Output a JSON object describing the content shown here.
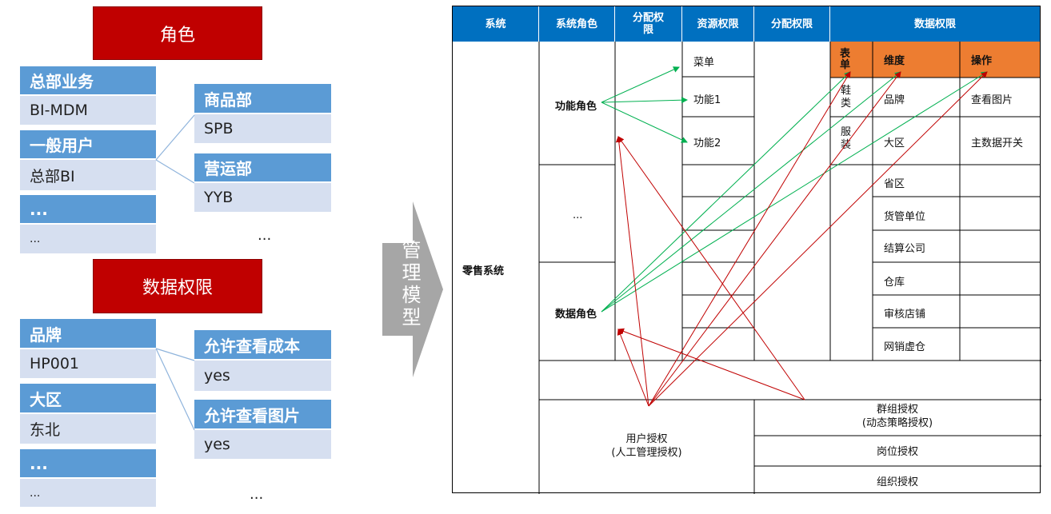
{
  "left": {
    "role_title": "角色",
    "role_cards": [
      {
        "header": "总部业务",
        "value": "BI-MDM"
      },
      {
        "header": "一般用户",
        "value": "总部BI"
      },
      {
        "header": "...",
        "value": "..."
      }
    ],
    "dept_cards": [
      {
        "header": "商品部",
        "value": "SPB"
      },
      {
        "header": "营运部",
        "value": "YYB"
      }
    ],
    "dept_more": "...",
    "data_title": "数据权限",
    "dim_cards": [
      {
        "header": "品牌",
        "value": "HP001"
      },
      {
        "header": "大区",
        "value": "东北"
      },
      {
        "header": "...",
        "value": "..."
      }
    ],
    "perm_cards": [
      {
        "header": "允许查看成本",
        "value": "yes"
      },
      {
        "header": "允许查看图片",
        "value": "yes"
      }
    ],
    "perm_more": "..."
  },
  "arrow_label": "管理模型",
  "table": {
    "headers": {
      "system": "系统",
      "system_role": "系统角色",
      "assign_perm": "分配权限",
      "resource_perm": "资源权限",
      "assign_perm2": "分配权限",
      "data_perm": "数据权限"
    },
    "system_name": "零售系统",
    "roles": {
      "func": "功能角色",
      "more": "...",
      "data": "数据角色"
    },
    "resources": [
      "菜单",
      "功能1",
      "功能2"
    ],
    "data_sub_headers": {
      "table": "表单",
      "dimension": "维度",
      "operation": "操作"
    },
    "tables": [
      "鞋类",
      "服装"
    ],
    "dimensions": [
      "品牌",
      "大区",
      "省区",
      "货管单位",
      "结算公司",
      "仓库",
      "审核店铺",
      "网销虚仓"
    ],
    "operations": [
      "查看图片",
      "主数据开关"
    ],
    "user_auth": {
      "line1": "用户授权",
      "line2": "(人工管理授权)"
    },
    "group_auth": {
      "line1": "群组授权",
      "line2": "(动态策略授权)"
    },
    "post_auth": "岗位授权",
    "org_auth": "组织授权"
  },
  "colors": {
    "red_box": "#c00000",
    "blue_header": "#5b9bd5",
    "light_blue": "#d6dff0",
    "table_header": "#0070c0",
    "orange": "#ed7d31",
    "green_arrow": "#00b050",
    "red_arrow": "#c00000"
  }
}
